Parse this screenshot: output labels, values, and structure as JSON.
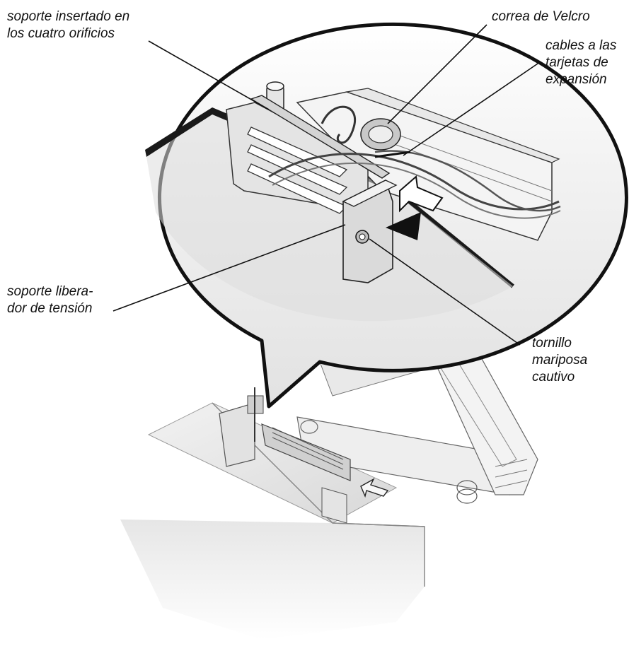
{
  "labels": {
    "bracket_holes": [
      "soporte insertado en",
      "los cuatro orificios"
    ],
    "velcro_strap": [
      "correa de Velcro"
    ],
    "expansion_cables": [
      "cables a las",
      "tarjetas de",
      "expansión"
    ],
    "strain_relief": [
      "soporte libera-",
      "dor de tensión"
    ],
    "thumbscrew": [
      "tornillo",
      "mariposa",
      "cautivo"
    ]
  }
}
